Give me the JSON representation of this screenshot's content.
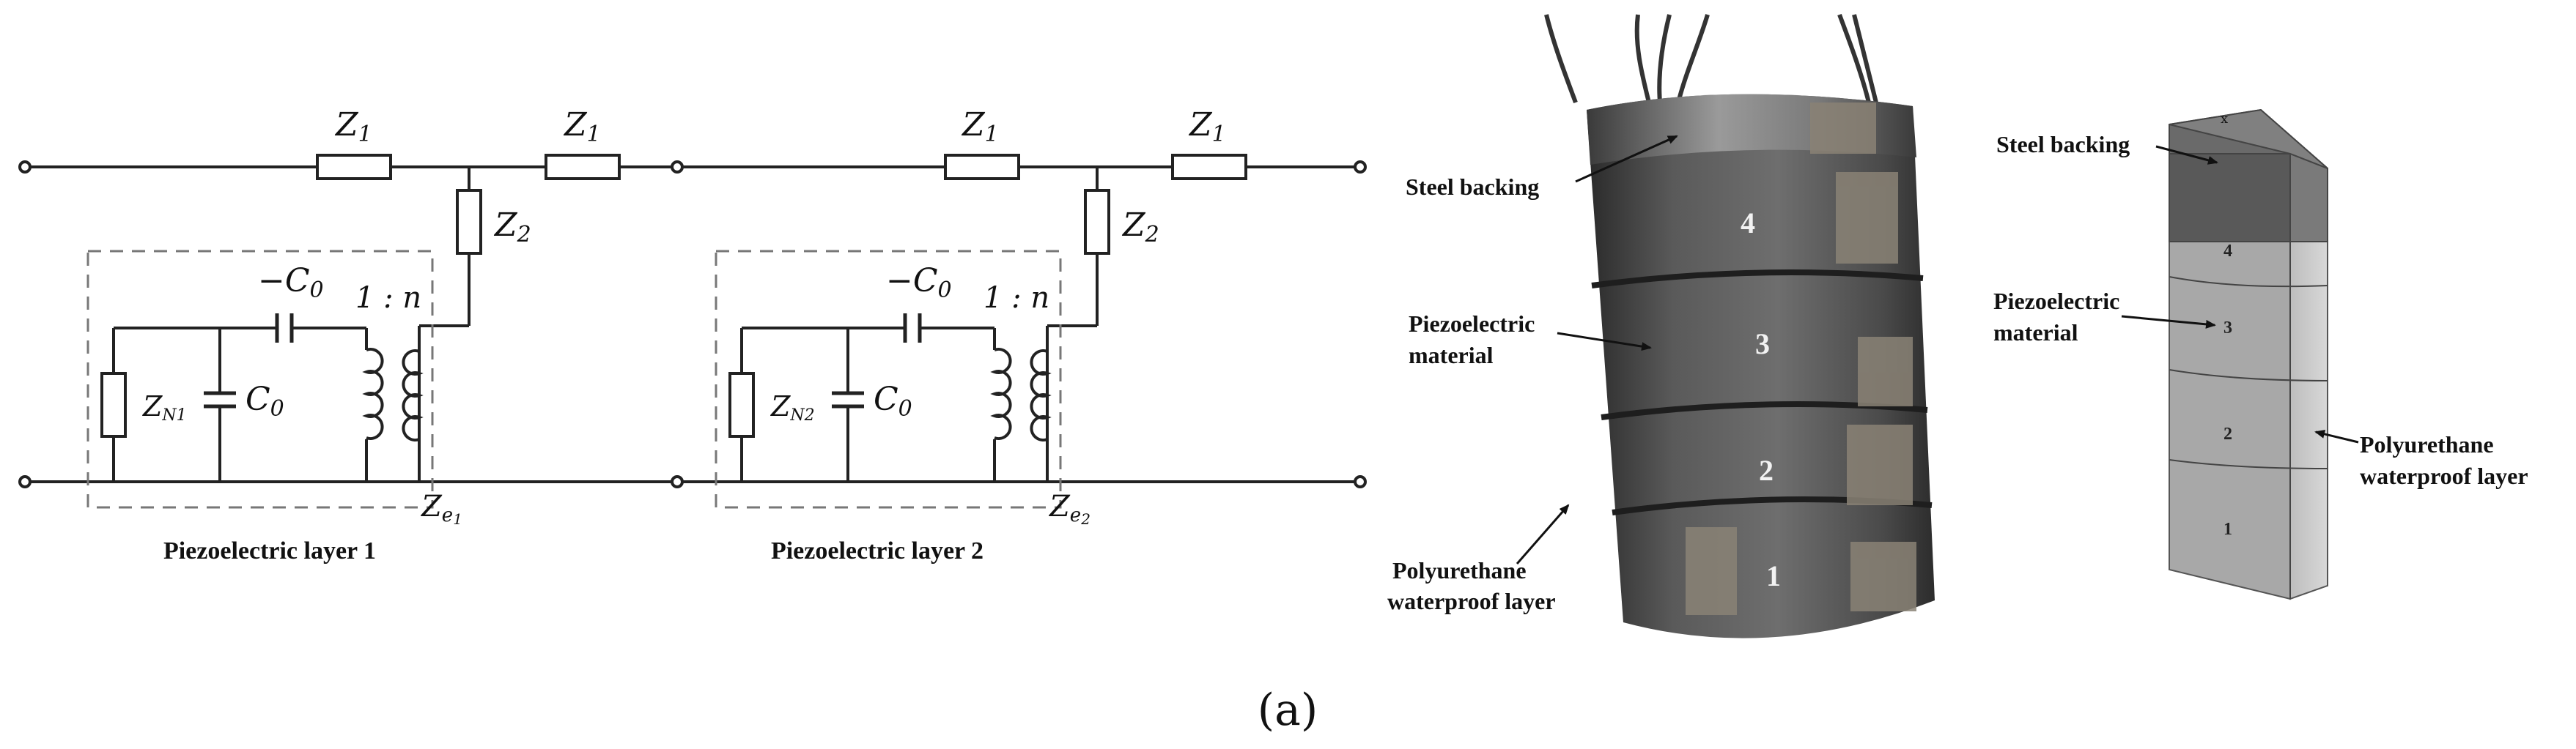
{
  "circuit": {
    "z1": "Z",
    "z1_sub": "1",
    "z2": "Z",
    "z2_sub": "2",
    "minus_c0": "−C",
    "c0": "C",
    "c0_sub": "0",
    "ratio": "1 : n",
    "zn1": "Z",
    "zn1_sub": "N1",
    "zn2": "Z",
    "zn2_sub": "N2",
    "ze": "Z",
    "ze_sub_e": "e",
    "ze1_sub": "1",
    "ze2_sub": "2",
    "layer1_label": "Piezoelectric layer 1",
    "layer2_label": "Piezoelectric layer 2"
  },
  "photo": {
    "steel_backing": "Steel backing",
    "piezo_line1": "Piezoelectric",
    "piezo_line2": "material",
    "poly_line1": "Polyurethane",
    "poly_line2": "waterproof layer",
    "rings": [
      "4",
      "3",
      "2",
      "1"
    ]
  },
  "model3d": {
    "steel_backing": "Steel backing",
    "piezo_line1": "Piezoelectric",
    "piezo_line2": "material",
    "poly_line1": "Polyurethane",
    "poly_line2": "waterproof layer",
    "segments": [
      "4",
      "3",
      "2",
      "1"
    ],
    "axis_mark": "x"
  },
  "caption": "(a)"
}
